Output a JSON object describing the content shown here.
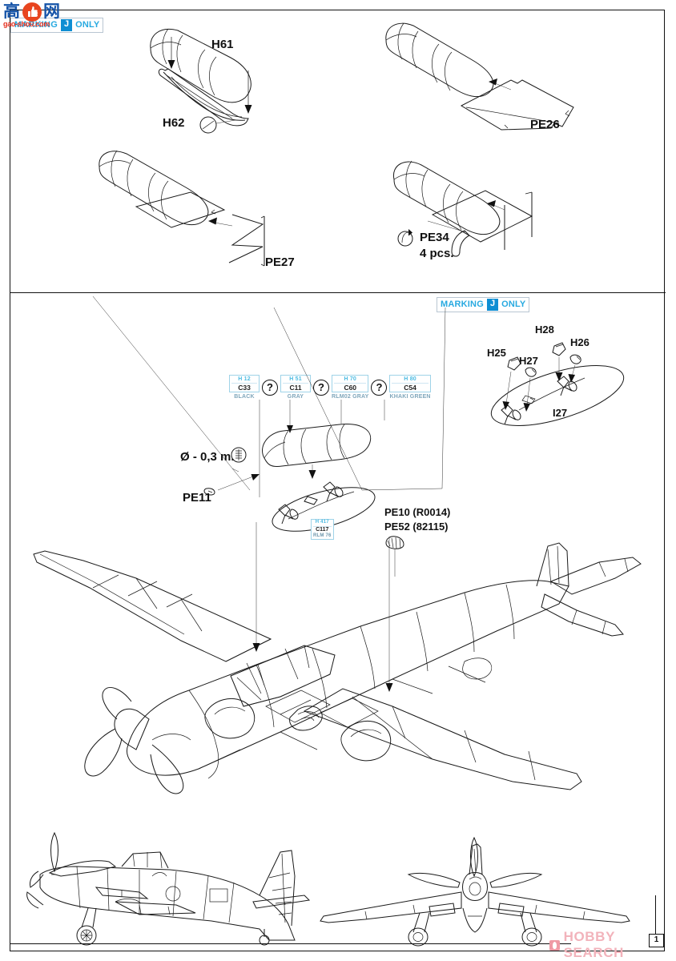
{
  "page": {
    "number": "1"
  },
  "watermarks": {
    "top_left": {
      "char1": "高",
      "char2": "网",
      "domain": "gao-shou.com"
    },
    "bottom_right": {
      "label": "HOBBY SEARCH"
    }
  },
  "markings": {
    "top": {
      "prefix": "MARKING",
      "letter": "J",
      "suffix": "ONLY"
    },
    "middle": {
      "prefix": "MARKING",
      "letter": "J",
      "suffix": "ONLY"
    }
  },
  "steps": {
    "tank_cradle": {
      "tank": "H61",
      "cradle": "H62"
    },
    "tank_pe26": {
      "part": "PE26"
    },
    "tank_pe27": {
      "part": "PE27"
    },
    "tank_pe34": {
      "part": "PE34",
      "qty": "4 pcs."
    }
  },
  "main": {
    "drill_note": "Ø - 0,3 mm",
    "pe11": "PE11",
    "pe10": "PE10 (R0014)",
    "pe52": "PE52 (82115)",
    "pylon": {
      "h25": "H25",
      "h26": "H26",
      "h27": "H27",
      "h28": "H28",
      "i27": "I27"
    }
  },
  "paints": {
    "mix_symbol": "?",
    "row": [
      {
        "h": "H 12",
        "c": "C33",
        "name": "BLACK"
      },
      {
        "h": "H 51",
        "c": "C11",
        "name": "GRAY"
      },
      {
        "h": "H 70",
        "c": "C60",
        "name": "RLM02 GRAY"
      },
      {
        "h": "H 80",
        "c": "C54",
        "name": "KHAKI GREEN"
      }
    ],
    "pylon_paint": {
      "h": "H 417",
      "c": "C117",
      "name": "RLM 76"
    }
  },
  "colors": {
    "accent_blue": "#27a9e0",
    "badge_blue": "#0e8ed3",
    "chip_border": "#9fd3e8",
    "line": "#1a1a1a",
    "watermark_pink": "#f2b3bb",
    "logo_blue": "#1553a8",
    "logo_red": "#e42f1e"
  }
}
